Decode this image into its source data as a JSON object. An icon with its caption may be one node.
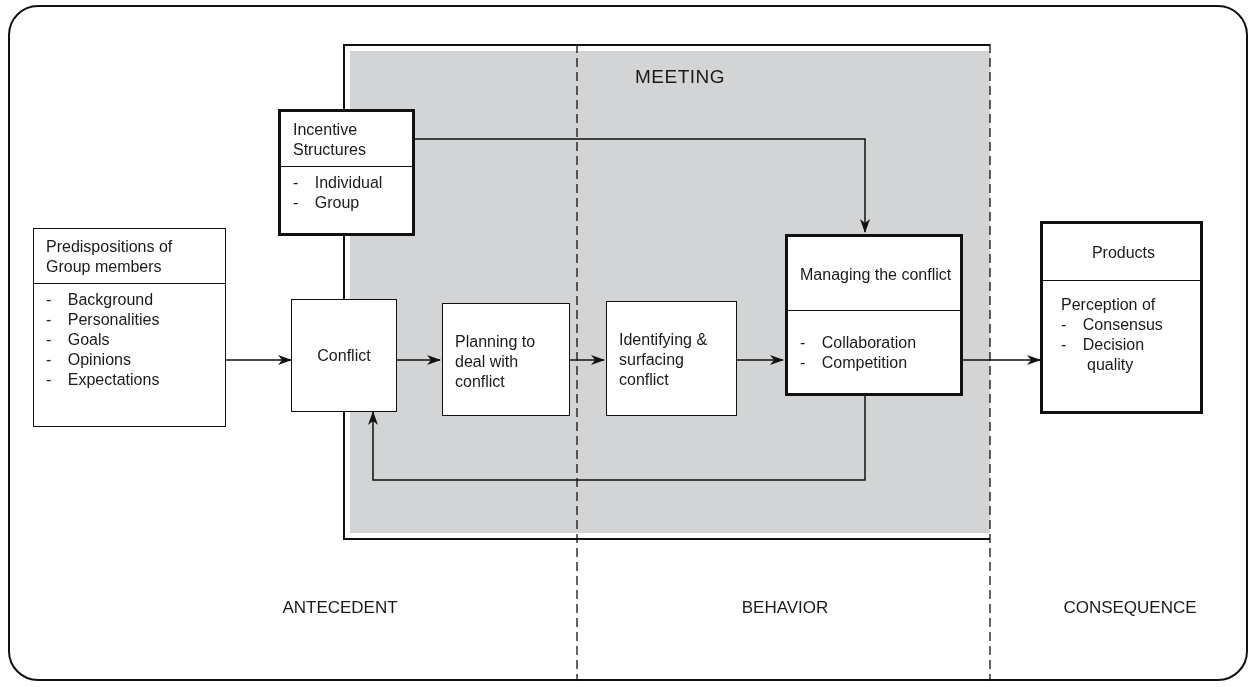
{
  "diagram": {
    "nodes": [
      {
        "text": [
          "Predispositions of Group members",
          "- Background",
          "- Personalities",
          "- Goals",
          "- Opinions",
          "- Expectations"
        ]
      },
      {
        "text": [
          "MEETING"
        ]
      },
      {
        "text": [
          "Incentive Structures",
          "- Individual",
          "- Group"
        ]
      },
      {
        "text": [
          "Conflict"
        ]
      },
      {
        "text": [
          "Planning to deal with conflict"
        ],
        "in": 1
      },
      {
        "text": [
          "Identifying & surfacing conflict"
        ],
        "in": 1
      },
      {
        "text": [
          "Managing the conflict",
          "- Collaboration",
          "- Competition"
        ],
        "in": 1
      },
      {
        "text": [
          "Products",
          "Perception of",
          "- Consensus",
          "- Decision quality"
        ]
      }
    ],
    "edges": [
      {
        "from": 0,
        "to": 3,
        "arrow": "to"
      },
      {
        "from": 3,
        "to": 4,
        "arrow": "to"
      },
      {
        "from": 4,
        "to": 5,
        "arrow": "to"
      },
      {
        "from": 5,
        "to": 6,
        "arrow": "to"
      },
      {
        "from": 6,
        "to": 7,
        "arrow": "to"
      },
      {
        "from": 2,
        "to": 6,
        "arrow": "to"
      },
      {
        "from": 6,
        "to": 3,
        "arrow": "to"
      }
    ],
    "labels": [
      "ANTECEDENT",
      "BEHAVIOR",
      "CONSEQUENCE"
    ]
  }
}
